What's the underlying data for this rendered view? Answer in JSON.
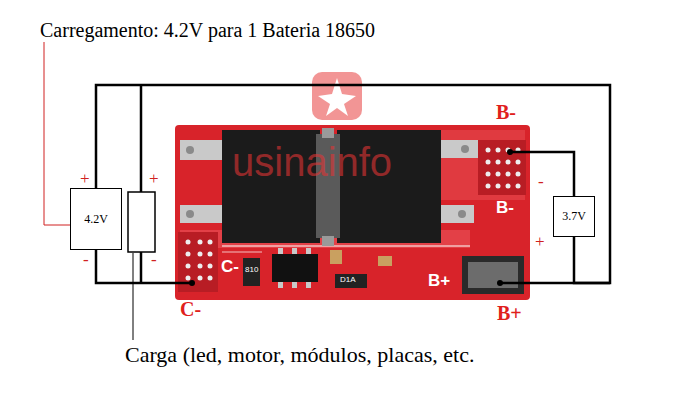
{
  "diagram": {
    "title": "Carregamento: 4.2V para 1 Bateria 18650",
    "caption": "Carga (led, motor, módulos, placas, etc.",
    "nodes": [
      {
        "text": [
          "4.2V"
        ]
      },
      {
        "text": [
          "3.7V"
        ]
      }
    ],
    "edges": [
      {
        "from": 0,
        "to": 1,
        "arrow": "none"
      }
    ],
    "labels": [
      "usinainfo",
      "+",
      "-",
      "+",
      "-",
      "B-",
      "B-",
      "-",
      "+",
      "C-",
      "810",
      "D1A",
      "B+",
      "C-",
      "B+"
    ]
  }
}
